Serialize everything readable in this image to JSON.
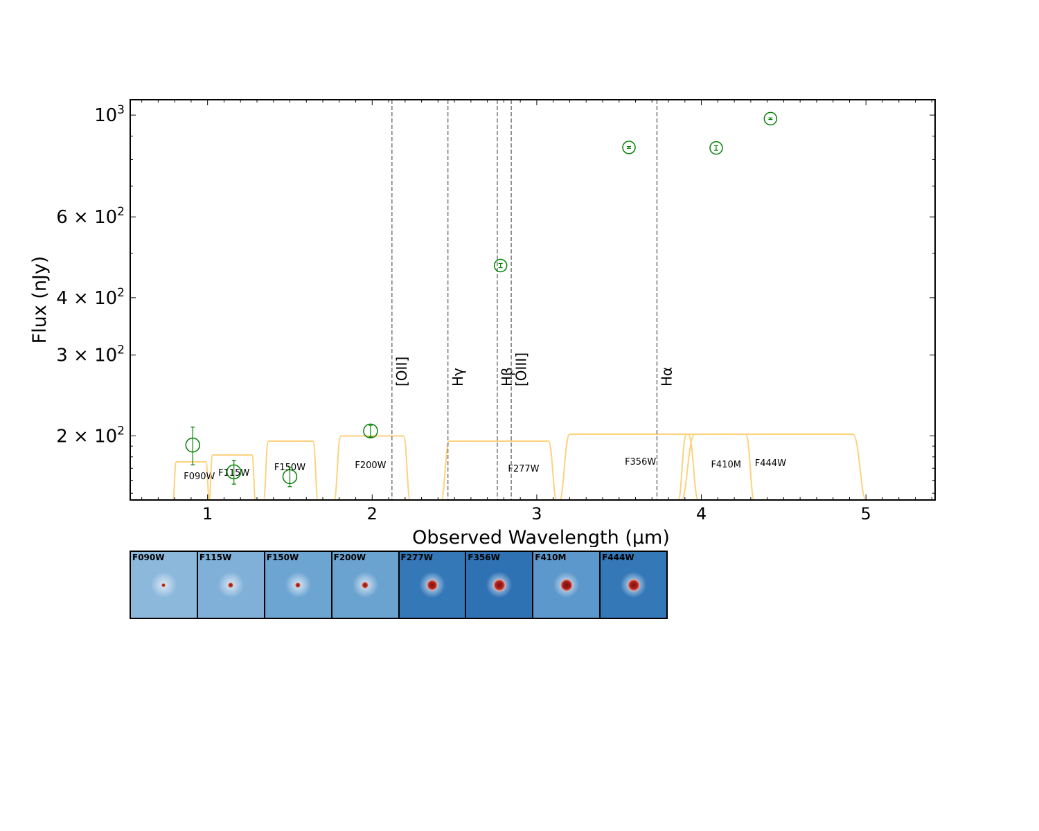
{
  "chart_data": {
    "type": "scatter",
    "xlabel": "Observed Wavelength ($\\mu$m)",
    "ylabel": "Flux (nJy)",
    "xlim": [
      0.53,
      5.42
    ],
    "ylim": [
      145,
      1080
    ],
    "yscale": "log",
    "xticks": [
      1,
      2,
      3,
      4,
      5
    ],
    "yticks": [
      {
        "value": 1000,
        "base": "10",
        "exp": "3"
      },
      {
        "value": 600,
        "base": "6 × 10",
        "exp": "2"
      },
      {
        "value": 400,
        "base": "4 × 10",
        "exp": "2"
      },
      {
        "value": 300,
        "base": "3 × 10",
        "exp": "2"
      },
      {
        "value": 200,
        "base": "2 × 10",
        "exp": "2"
      }
    ],
    "colors": {
      "points": "#008000",
      "filters": "#fdd27e",
      "lines": "#808080"
    },
    "points": [
      {
        "filter": "F090W",
        "x": 0.91,
        "y": 191,
        "err": 18
      },
      {
        "filter": "F115W",
        "x": 1.16,
        "y": 167,
        "err": 10
      },
      {
        "filter": "F150W",
        "x": 1.5,
        "y": 163,
        "err": 8
      },
      {
        "filter": "F200W",
        "x": 1.99,
        "y": 205,
        "err": 6
      },
      {
        "filter": "F277W",
        "x": 2.78,
        "y": 470,
        "err": 5
      },
      {
        "filter": "F356W",
        "x": 3.56,
        "y": 850,
        "err": 4
      },
      {
        "filter": "F410M",
        "x": 4.09,
        "y": 848,
        "err": 10
      },
      {
        "filter": "F444W",
        "x": 4.42,
        "y": 982,
        "err": 4
      }
    ],
    "emission_lines": [
      {
        "label": "[OII]",
        "x": 2.12
      },
      {
        "label": "Hγ",
        "x": 2.46
      },
      {
        "label": "Hβ",
        "x": 2.76
      },
      {
        "label": "[OIII]",
        "x": 2.845
      },
      {
        "label": "Hα",
        "x": 3.73
      }
    ],
    "filters": [
      {
        "name": "F090W",
        "label_x": 0.95,
        "lo": 0.79,
        "hi": 1.01,
        "edge": 0.02,
        "level": 0.11
      },
      {
        "name": "F115W",
        "label_x": 1.16,
        "lo": 1.01,
        "hi": 1.29,
        "edge": 0.02,
        "level": 0.13
      },
      {
        "name": "F150W",
        "label_x": 1.5,
        "lo": 1.34,
        "hi": 1.67,
        "edge": 0.03,
        "level": 0.17
      },
      {
        "name": "F200W",
        "label_x": 1.99,
        "lo": 1.77,
        "hi": 2.23,
        "edge": 0.04,
        "level": 0.185
      },
      {
        "name": "F277W",
        "label_x": 2.92,
        "lo": 2.42,
        "hi": 3.12,
        "edge": 0.05,
        "level": 0.17
      },
      {
        "name": "F356W",
        "label_x": 3.63,
        "lo": 3.14,
        "hi": 3.98,
        "edge": 0.06,
        "level": 0.19
      },
      {
        "name": "F410M",
        "label_x": 4.15,
        "lo": 3.86,
        "hi": 4.32,
        "edge": 0.05,
        "level": 0.19
      },
      {
        "name": "F444W",
        "label_x": 4.42,
        "lo": 3.88,
        "hi": 5.0,
        "edge": 0.08,
        "level": 0.19
      }
    ]
  },
  "cutouts": [
    {
      "label": "F090W",
      "bg": "#8cb8dc",
      "core": "#c0392b",
      "size": 6
    },
    {
      "label": "F115W",
      "bg": "#80b0d8",
      "core": "#c0392b",
      "size": 8
    },
    {
      "label": "F150W",
      "bg": "#6ca4d2",
      "core": "#c0392b",
      "size": 8
    },
    {
      "label": "F200W",
      "bg": "#6aa2d0",
      "core": "#c0392b",
      "size": 10
    },
    {
      "label": "F277W",
      "bg": "#3478b8",
      "core": "#b5261e",
      "size": 16
    },
    {
      "label": "F356W",
      "bg": "#2f72b4",
      "core": "#b5261e",
      "size": 18
    },
    {
      "label": "F410M",
      "bg": "#5c98cc",
      "core": "#a81e18",
      "size": 18
    },
    {
      "label": "F444W",
      "bg": "#3478b8",
      "core": "#b5261e",
      "size": 18
    }
  ]
}
